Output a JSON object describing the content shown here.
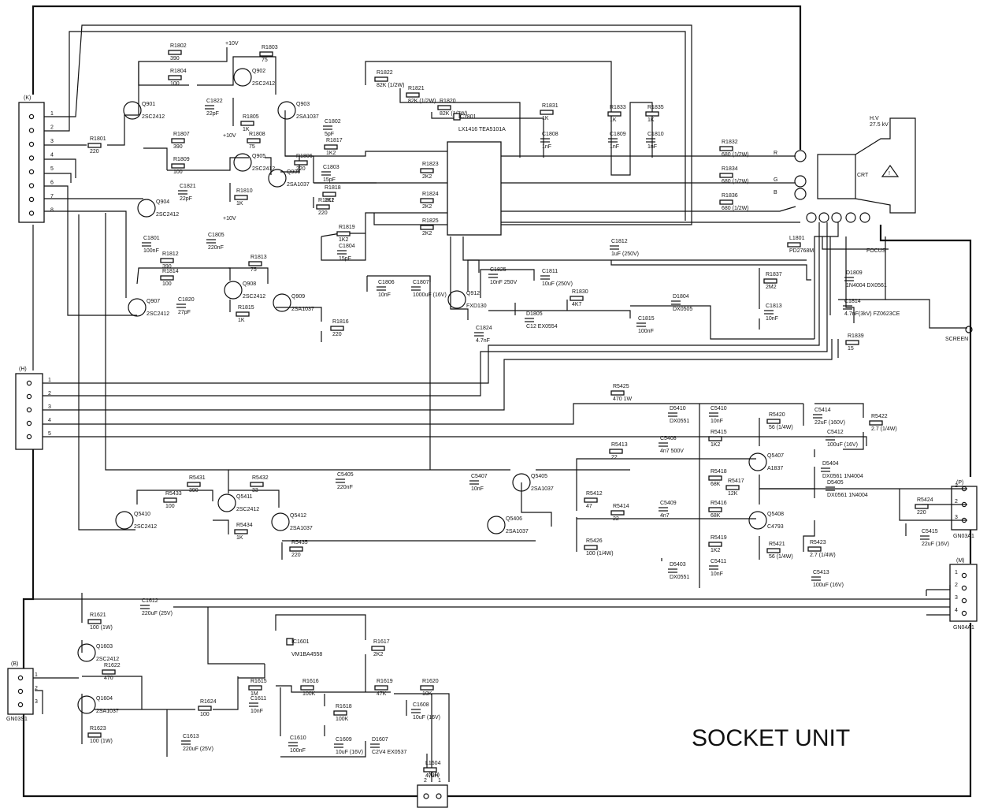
{
  "title": "SOCKET UNIT",
  "connectors": {
    "k": {
      "label": "(K)",
      "pins": [
        "1",
        "2",
        "3",
        "4",
        "5",
        "6",
        "7",
        "8"
      ]
    },
    "h": {
      "label": "(H)",
      "pins": [
        "1",
        "2",
        "3",
        "4",
        "5"
      ]
    },
    "b": {
      "label": "(B)",
      "sub": "GN03S1",
      "pins": [
        "1",
        "2",
        "3"
      ]
    },
    "p": {
      "label": "(P)",
      "sub": "GN03A1",
      "pins": [
        "1",
        "2",
        "3"
      ]
    },
    "m": {
      "label": "(M)",
      "sub": "GN04A1",
      "pins": [
        "1",
        "2",
        "3",
        "4"
      ]
    },
    "df": {
      "sub": "(DF)",
      "pins": [
        "2",
        "1"
      ]
    }
  },
  "crt": {
    "label": "CRT",
    "hv": "H.V",
    "kv": "27.5 kV",
    "focus": "FOCUS",
    "screen": "SCREEN",
    "pins": [
      "R",
      "G",
      "B"
    ]
  },
  "components": [
    {
      "id": "R1802",
      "v": "390"
    },
    {
      "id": "R1803",
      "v": "75"
    },
    {
      "id": "R1804",
      "v": "100"
    },
    {
      "id": "Q902",
      "v": "2SC2412"
    },
    {
      "id": "Q903",
      "v": "2SA1037"
    },
    {
      "id": "Q901",
      "v": "2SC2412"
    },
    {
      "id": "C1822",
      "v": "22pF"
    },
    {
      "id": "R1805",
      "v": "1K"
    },
    {
      "id": "R1801",
      "v": "220"
    },
    {
      "id": "R1807",
      "v": "390"
    },
    {
      "id": "R1808",
      "v": "75"
    },
    {
      "id": "R1809",
      "v": "100"
    },
    {
      "id": "Q905",
      "v": "2SC2412"
    },
    {
      "id": "Q906",
      "v": "2SA1037"
    },
    {
      "id": "C1821",
      "v": "22pF"
    },
    {
      "id": "R1810",
      "v": "1K"
    },
    {
      "id": "Q904",
      "v": "2SC2412"
    },
    {
      "id": "R1806",
      "v": "220"
    },
    {
      "id": "C1801",
      "v": "100nF"
    },
    {
      "id": "C1805",
      "v": "220nF"
    },
    {
      "id": "R1812",
      "v": "390"
    },
    {
      "id": "R1813",
      "v": "75"
    },
    {
      "id": "R1814",
      "v": "100"
    },
    {
      "id": "Q908",
      "v": "2SC2412"
    },
    {
      "id": "Q909",
      "v": "2SA1037"
    },
    {
      "id": "Q907",
      "v": "2SC2412"
    },
    {
      "id": "C1820",
      "v": "27pF"
    },
    {
      "id": "R1815",
      "v": "1K"
    },
    {
      "id": "R1816",
      "v": "220"
    },
    {
      "id": "R1811",
      "v": "220"
    },
    {
      "id": "C1802",
      "v": "5pF"
    },
    {
      "id": "R1817",
      "v": "1K2"
    },
    {
      "id": "C1803",
      "v": "15pF"
    },
    {
      "id": "R1818",
      "v": "1K2"
    },
    {
      "id": "R1819",
      "v": "1K2"
    },
    {
      "id": "C1804",
      "v": "15pF"
    },
    {
      "id": "R1822",
      "v": "82K (1/2W)"
    },
    {
      "id": "R1821",
      "v": "82K (1/2W)"
    },
    {
      "id": "R1820",
      "v": "82K (1/2W)"
    },
    {
      "id": "IC1801",
      "v": "LX1416 TEA5101A"
    },
    {
      "id": "R1831",
      "v": "1K"
    },
    {
      "id": "C1808",
      "v": "1nF"
    },
    {
      "id": "R1833",
      "v": "1K"
    },
    {
      "id": "C1809",
      "v": "1nF"
    },
    {
      "id": "R1835",
      "v": "1K"
    },
    {
      "id": "C1810",
      "v": "1nF"
    },
    {
      "id": "R1823",
      "v": "2K2"
    },
    {
      "id": "R1824",
      "v": "2K2"
    },
    {
      "id": "R1825",
      "v": "2K2"
    },
    {
      "id": "R1832",
      "v": "680 (1/2W)"
    },
    {
      "id": "R1834",
      "v": "680 (1/2W)"
    },
    {
      "id": "R1836",
      "v": "680 (1/2W)"
    },
    {
      "id": "C1812",
      "v": "1uF (250V)"
    },
    {
      "id": "L1801",
      "v": "PD2768M"
    },
    {
      "id": "C1825",
      "v": "10nF 250V"
    },
    {
      "id": "C1811",
      "v": "10uF (250V)"
    },
    {
      "id": "C1806",
      "v": "10nF"
    },
    {
      "id": "C1807",
      "v": "1000uF (16V)"
    },
    {
      "id": "Q912",
      "v": "FXD130"
    },
    {
      "id": "D1805",
      "v": "C12 EX0554"
    },
    {
      "id": "R1830",
      "v": "4K7"
    },
    {
      "id": "D1804",
      "v": "DX0505"
    },
    {
      "id": "C1815",
      "v": "100nF"
    },
    {
      "id": "C1824",
      "v": "4.7nF"
    },
    {
      "id": "R1837",
      "v": "2M2"
    },
    {
      "id": "C1813",
      "v": "10nF"
    },
    {
      "id": "D1809",
      "v": "1N4004 DX0561"
    },
    {
      "id": "C1814",
      "v": "4.7nF(3kV) FZ0623CE"
    },
    {
      "id": "R1839",
      "v": "15"
    },
    {
      "id": "R5425",
      "v": "470 1W"
    },
    {
      "id": "D5410",
      "v": "DX0551"
    },
    {
      "id": "C5410",
      "v": "10nF"
    },
    {
      "id": "R5420",
      "v": "56 (1/4W)"
    },
    {
      "id": "C5414",
      "v": "22uF (160V)"
    },
    {
      "id": "R5422",
      "v": "2.7 (1/4W)"
    },
    {
      "id": "C5412",
      "v": "100uF (16V)"
    },
    {
      "id": "R5415",
      "v": "1K2"
    },
    {
      "id": "C5408",
      "v": "4n7 500V"
    },
    {
      "id": "R5413",
      "v": "22"
    },
    {
      "id": "Q5407",
      "v": "A1837"
    },
    {
      "id": "D5404",
      "v": "DX0561 1N4004"
    },
    {
      "id": "R5418",
      "v": "68K"
    },
    {
      "id": "R5417",
      "v": "12K"
    },
    {
      "id": "R5416",
      "v": "68K"
    },
    {
      "id": "D5405",
      "v": "DX0561 1N4004"
    },
    {
      "id": "R5424",
      "v": "220"
    },
    {
      "id": "C5415",
      "v": "22uF (16V)"
    },
    {
      "id": "R5431",
      "v": "390"
    },
    {
      "id": "R5432",
      "v": "33"
    },
    {
      "id": "C5405",
      "v": "220nF"
    },
    {
      "id": "C5407",
      "v": "10nF"
    },
    {
      "id": "Q5405",
      "v": "2SA1037"
    },
    {
      "id": "R5433",
      "v": "100"
    },
    {
      "id": "Q5411",
      "v": "2SC2412"
    },
    {
      "id": "Q5412",
      "v": "2SA1037"
    },
    {
      "id": "R5434",
      "v": "1K"
    },
    {
      "id": "Q5410",
      "v": "2SC2412"
    },
    {
      "id": "R5435",
      "v": "220"
    },
    {
      "id": "R5412",
      "v": "47"
    },
    {
      "id": "R5414",
      "v": "22"
    },
    {
      "id": "C5409",
      "v": "4n7"
    },
    {
      "id": "Q5408",
      "v": "C4793"
    },
    {
      "id": "Q5406",
      "v": "2SA1037"
    },
    {
      "id": "R5426",
      "v": "100 (1/4W)"
    },
    {
      "id": "R5419",
      "v": "1K2"
    },
    {
      "id": "R5421",
      "v": "56 (1/4W)"
    },
    {
      "id": "R5423",
      "v": "2.7 (1/4W)"
    },
    {
      "id": "D5403",
      "v": "DX0551"
    },
    {
      "id": "C5411",
      "v": "10nF"
    },
    {
      "id": "C5413",
      "v": "100uF (16V)"
    },
    {
      "id": "C1612",
      "v": "220uF (25V)"
    },
    {
      "id": "R1621",
      "v": "100 (1W)"
    },
    {
      "id": "Q1603",
      "v": "2SC2412"
    },
    {
      "id": "R1622",
      "v": "470"
    },
    {
      "id": "Q1604",
      "v": "2SA1037"
    },
    {
      "id": "R1623",
      "v": "100 (1W)"
    },
    {
      "id": "C1613",
      "v": "220uF (25V)"
    },
    {
      "id": "IC1601",
      "v": "VM1BA4558"
    },
    {
      "id": "R1617",
      "v": "2K2"
    },
    {
      "id": "R1615",
      "v": "1M"
    },
    {
      "id": "C1611",
      "v": "10nF"
    },
    {
      "id": "R1616",
      "v": "100K"
    },
    {
      "id": "R1624",
      "v": "100"
    },
    {
      "id": "R1618",
      "v": "100K"
    },
    {
      "id": "C1610",
      "v": "100nF"
    },
    {
      "id": "C1609",
      "v": "10uF (16V)"
    },
    {
      "id": "D1607",
      "v": "C2V4 EX0537"
    },
    {
      "id": "R1619",
      "v": "47K"
    },
    {
      "id": "R1620",
      "v": "10K"
    },
    {
      "id": "C1608",
      "v": "10uF (16V)"
    },
    {
      "id": "L1604",
      "v": "47uH"
    }
  ],
  "supply_labels": {
    "v1": "+10V",
    "v2": "+10V",
    "v3": "+10V"
  }
}
